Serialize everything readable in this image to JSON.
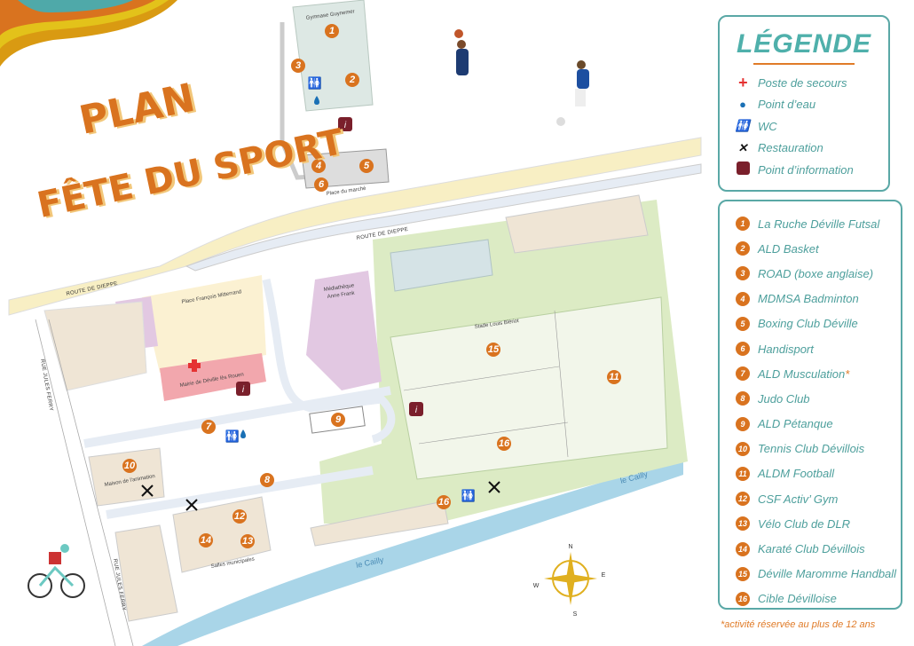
{
  "title": {
    "line1": "PLAN",
    "line2": "FÊTE DU SPORT"
  },
  "legend": {
    "heading": "LÉGENDE",
    "items": [
      {
        "icon": "first-aid-cross-icon",
        "label": "Poste de secours"
      },
      {
        "icon": "water-drop-icon",
        "label": "Point d’eau"
      },
      {
        "icon": "wc-icon",
        "label": "WC"
      },
      {
        "icon": "restaurant-icon",
        "label": "Restauration"
      },
      {
        "icon": "info-icon",
        "label": "Point d’information"
      }
    ]
  },
  "clubs": [
    {
      "n": "1",
      "name": "La Ruche Déville Futsal"
    },
    {
      "n": "2",
      "name": "ALD Basket"
    },
    {
      "n": "3",
      "name": "ROAD (boxe anglaise)"
    },
    {
      "n": "4",
      "name": "MDMSA Badminton"
    },
    {
      "n": "5",
      "name": "Boxing Club Déville"
    },
    {
      "n": "6",
      "name": "Handisport"
    },
    {
      "n": "7",
      "name": "ALD Musculation",
      "star": "*"
    },
    {
      "n": "8",
      "name": "Judo Club"
    },
    {
      "n": "9",
      "name": "ALD Pétanque"
    },
    {
      "n": "10",
      "name": "Tennis Club Dévillois"
    },
    {
      "n": "11",
      "name": "ALDM Football"
    },
    {
      "n": "12",
      "name": "CSF Activ’ Gym"
    },
    {
      "n": "13",
      "name": "Vélo Club de DLR"
    },
    {
      "n": "14",
      "name": "Karaté Club Dévillois"
    },
    {
      "n": "15",
      "name": "Déville Maromme Handball"
    },
    {
      "n": "16",
      "name": "Cible Dévilloise"
    }
  ],
  "footnote": "*activité réservée au plus de 12 ans",
  "map": {
    "places": {
      "gymnase": "Gymnase Guynemer",
      "marche": "Place du marché",
      "route1": "ROUTE DE DIEPPE",
      "route2": "ROUTE DE DIEPPE",
      "mitterrand": "Place François Mitterrand",
      "mediatheque1": "Médiathèque",
      "mediatheque2": "Anne Frank",
      "stade": "Stade Louis Blériot",
      "mairie": "Mairie de Déville lès Rouen",
      "animation": "Maison de l'animation",
      "salles": "Salles municipales",
      "ferry1": "RUE JULES FERRY",
      "ferry2": "RUE JULES FERRY",
      "cailly1": "le Cailly",
      "cailly2": "le Cailly"
    },
    "info_label": "i",
    "compass": {
      "n": "N",
      "e": "E",
      "s": "S",
      "w": "W"
    }
  }
}
